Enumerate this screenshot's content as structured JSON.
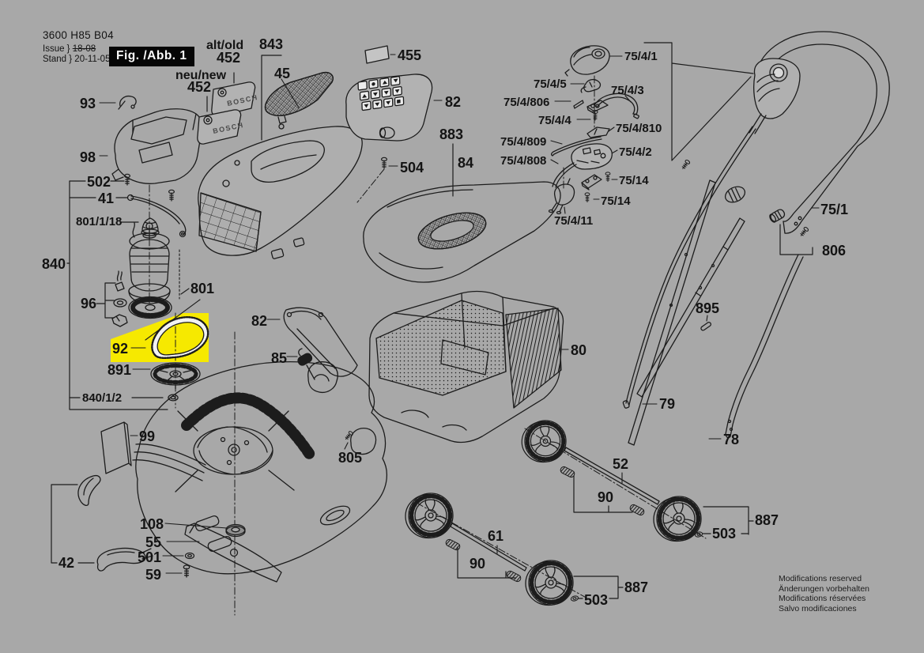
{
  "figure": {
    "model": "3600 H85 B04",
    "issue_label": "Issue }",
    "issue_value": "18-08",
    "stand_label": "Stand }",
    "stand_value": "20-11-05",
    "caption": "Fig. /Abb. 1"
  },
  "brand": "BOSCH",
  "variant": {
    "old_note": "alt/old",
    "new_note": "neu/new"
  },
  "highlighted_part": "92",
  "footer": {
    "lines": [
      "Modifications reserved",
      "Änderungen vorbehalten",
      "Modifications réservées",
      "Salvo modificaciones"
    ]
  },
  "colors": {
    "background": "#a8a8a8",
    "line": "#1c1c1c",
    "highlight": "#f6e900",
    "caption_bg": "#000000",
    "caption_fg": "#ffffff",
    "belt_white": "#f2f2f2"
  },
  "labels": {
    "p93": "93",
    "p98": "98",
    "p502": "502",
    "p41": "41",
    "p801_1_18": "801/1/18",
    "p840": "840",
    "p96": "96",
    "p801": "801",
    "p92": "92",
    "p891": "891",
    "p840_1_2": "840/1/2",
    "p99": "99",
    "p42": "42",
    "p108": "108",
    "p55": "55",
    "p501": "501",
    "p59": "59",
    "p452_old": "452",
    "p452_new": "452",
    "p843": "843",
    "p45": "45",
    "p455": "455",
    "p82_top": "82",
    "p504": "504",
    "p883": "883",
    "p84": "84",
    "p82_mid": "82",
    "p85": "85",
    "p805": "805",
    "p80": "80",
    "p75_4_1": "75/4/1",
    "p75_4_5": "75/4/5",
    "p75_4_3": "75/4/3",
    "p75_4_806": "75/4/806",
    "p75_4_4": "75/4/4",
    "p75_4_810": "75/4/810",
    "p75_4_809": "75/4/809",
    "p75_4_2": "75/4/2",
    "p75_4_808": "75/4/808",
    "p75_14_a": "75/14",
    "p75_14_b": "75/14",
    "p75_4_11": "75/4/11",
    "p75_1": "75/1",
    "p806": "806",
    "p895": "895",
    "p79": "79",
    "p78": "78",
    "p52": "52",
    "p90_right": "90",
    "p887_right": "887",
    "p503_right": "503",
    "p61": "61",
    "p90_left": "90",
    "p887_bottom": "887",
    "p503_bottom": "503"
  }
}
